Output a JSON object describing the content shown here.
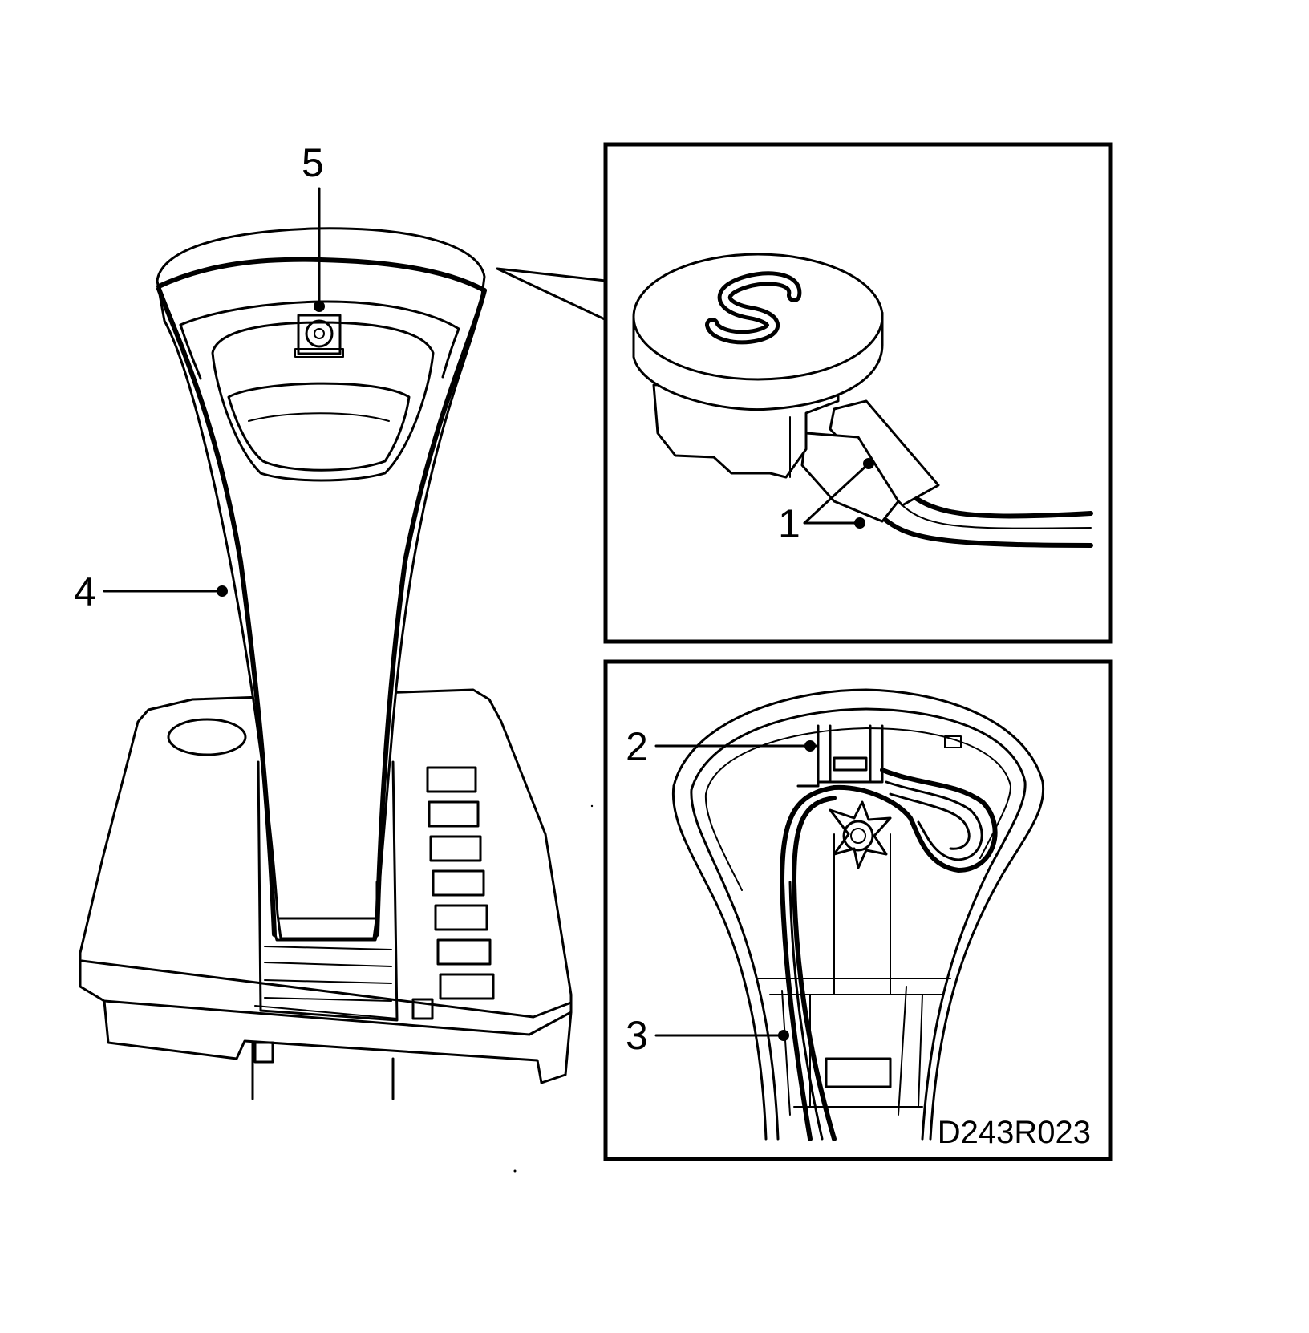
{
  "diagram": {
    "drawing_code": "D243R023",
    "callouts": {
      "c1": "1",
      "c2": "2",
      "c3": "3",
      "c4": "4",
      "c5": "5"
    },
    "knob_symbol": "S"
  }
}
